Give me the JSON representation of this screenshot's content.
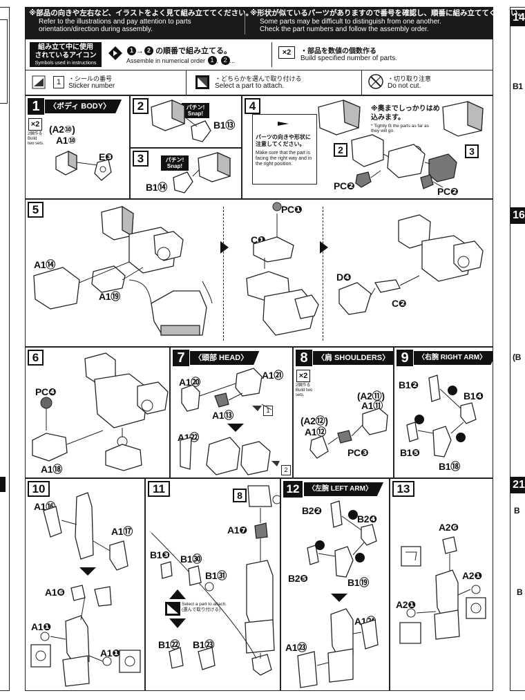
{
  "header": {
    "left_jp": "※部品の向きや左右など、イラストをよく見て組み立ててください。",
    "left_en1": "Refer to the illustrations and pay attention to parts",
    "left_en2": "orientation/direction during assembly.",
    "right_jp": "※形状が似ているパーツがありますので番号を確認し、順番に組み立ててください。",
    "right_en1": "Some parts may be difficult to distinguish from one another.",
    "right_en2": "Check the part numbers and follow the assembly order."
  },
  "icons": {
    "title_jp1": "組み立て中に使用",
    "title_jp2": "されているアイコン",
    "title_en": "Symbols used in instructions",
    "order_jp": "の順番で組み立てる。",
    "order_en": "Assemble in numerical order",
    "count_badge": "×2",
    "count_jp": "・部品を数値の個数作る",
    "count_en": "Build specified number of parts.",
    "sticker_box": "1",
    "sticker_jp": "・シールの番号",
    "sticker_en": "Sticker number",
    "select_jp": "・どちらかを選んで取り付ける",
    "select_en": "Select a part to attach.",
    "nocut_jp": "・切り取り注意",
    "nocut_en": "Do not cut."
  },
  "steps": {
    "s1": {
      "no": "1",
      "title": "〈ボディ BODY〉",
      "badge": "×2",
      "badge_note": "2個作る Build two sets.",
      "labels": [
        "(A2⑩)",
        "A1⑩",
        "E❸"
      ]
    },
    "s2": {
      "no": "2",
      "snap": "パチン! Snap!",
      "labels": [
        "B1⑬"
      ]
    },
    "s3": {
      "no": "3",
      "snap": "パチン! Snap!",
      "labels": [
        "B1⑭"
      ]
    },
    "s4": {
      "no": "4",
      "note_jp": "パーツの向きや形状に注意してください。",
      "note_en": "Make sure that the part is facing the right way and in the right position.",
      "fit_jp": "※奥までしっかりはめ込みます。",
      "fit_en": "* Tightly fit the parts as far as they will go.",
      "labels": [
        "2",
        "A1⑮",
        "3",
        "PC❷",
        "PC❷"
      ]
    },
    "s5": {
      "no": "5",
      "labels": [
        "A1⑭",
        "A1⑲",
        "PC❶",
        "C❶",
        "D❹",
        "C❷"
      ]
    },
    "s6": {
      "no": "6",
      "labels": [
        "PC❹",
        "A1⑱"
      ]
    },
    "s7": {
      "no": "7",
      "title": "〈頭部 HEAD〉",
      "labels": [
        "A1⑳",
        "A1㉑",
        "A1⑬",
        "A1㉒"
      ],
      "stickers": [
        "1",
        "2"
      ]
    },
    "s8": {
      "no": "8",
      "title": "〈肩 SHOULDERS〉",
      "badge": "×2",
      "badge_note": "2個作る Build two sets.",
      "labels": [
        "(A2⑪)",
        "A1⑪",
        "(A2⑫)",
        "A1⑫",
        "PC❸"
      ]
    },
    "s9": {
      "no": "9",
      "title": "〈右腕 RIGHT ARM〉",
      "labels": [
        "B1❷",
        "B1❹",
        "B1❺",
        "B1⑱"
      ]
    },
    "s10": {
      "no": "10",
      "labels": [
        "A1⑯",
        "A1⑰",
        "A1❻",
        "A1❶",
        "A1❶"
      ]
    },
    "s11": {
      "no": "11",
      "select_note": "Select a part to attach. (選んで取り付ける)",
      "labels": [
        "8",
        "A1❼",
        "B1❸",
        "B1㉚",
        "B1㉛",
        "B1㉒",
        "B1㉓"
      ]
    },
    "s12": {
      "no": "12",
      "title": "〈左腕 LEFT ARM〉",
      "labels": [
        "B2❷",
        "B2❹",
        "B2❺",
        "B1⑲",
        "A1㉓",
        "A1㉔"
      ]
    },
    "s13": {
      "no": "13",
      "labels": [
        "A2❻",
        "A2❶",
        "A2❶"
      ]
    }
  },
  "right_strip": {
    "s14": "14",
    "s16": "16",
    "s21": "21",
    "frag": [
      "B1",
      "(B",
      "B",
      "B"
    ]
  }
}
